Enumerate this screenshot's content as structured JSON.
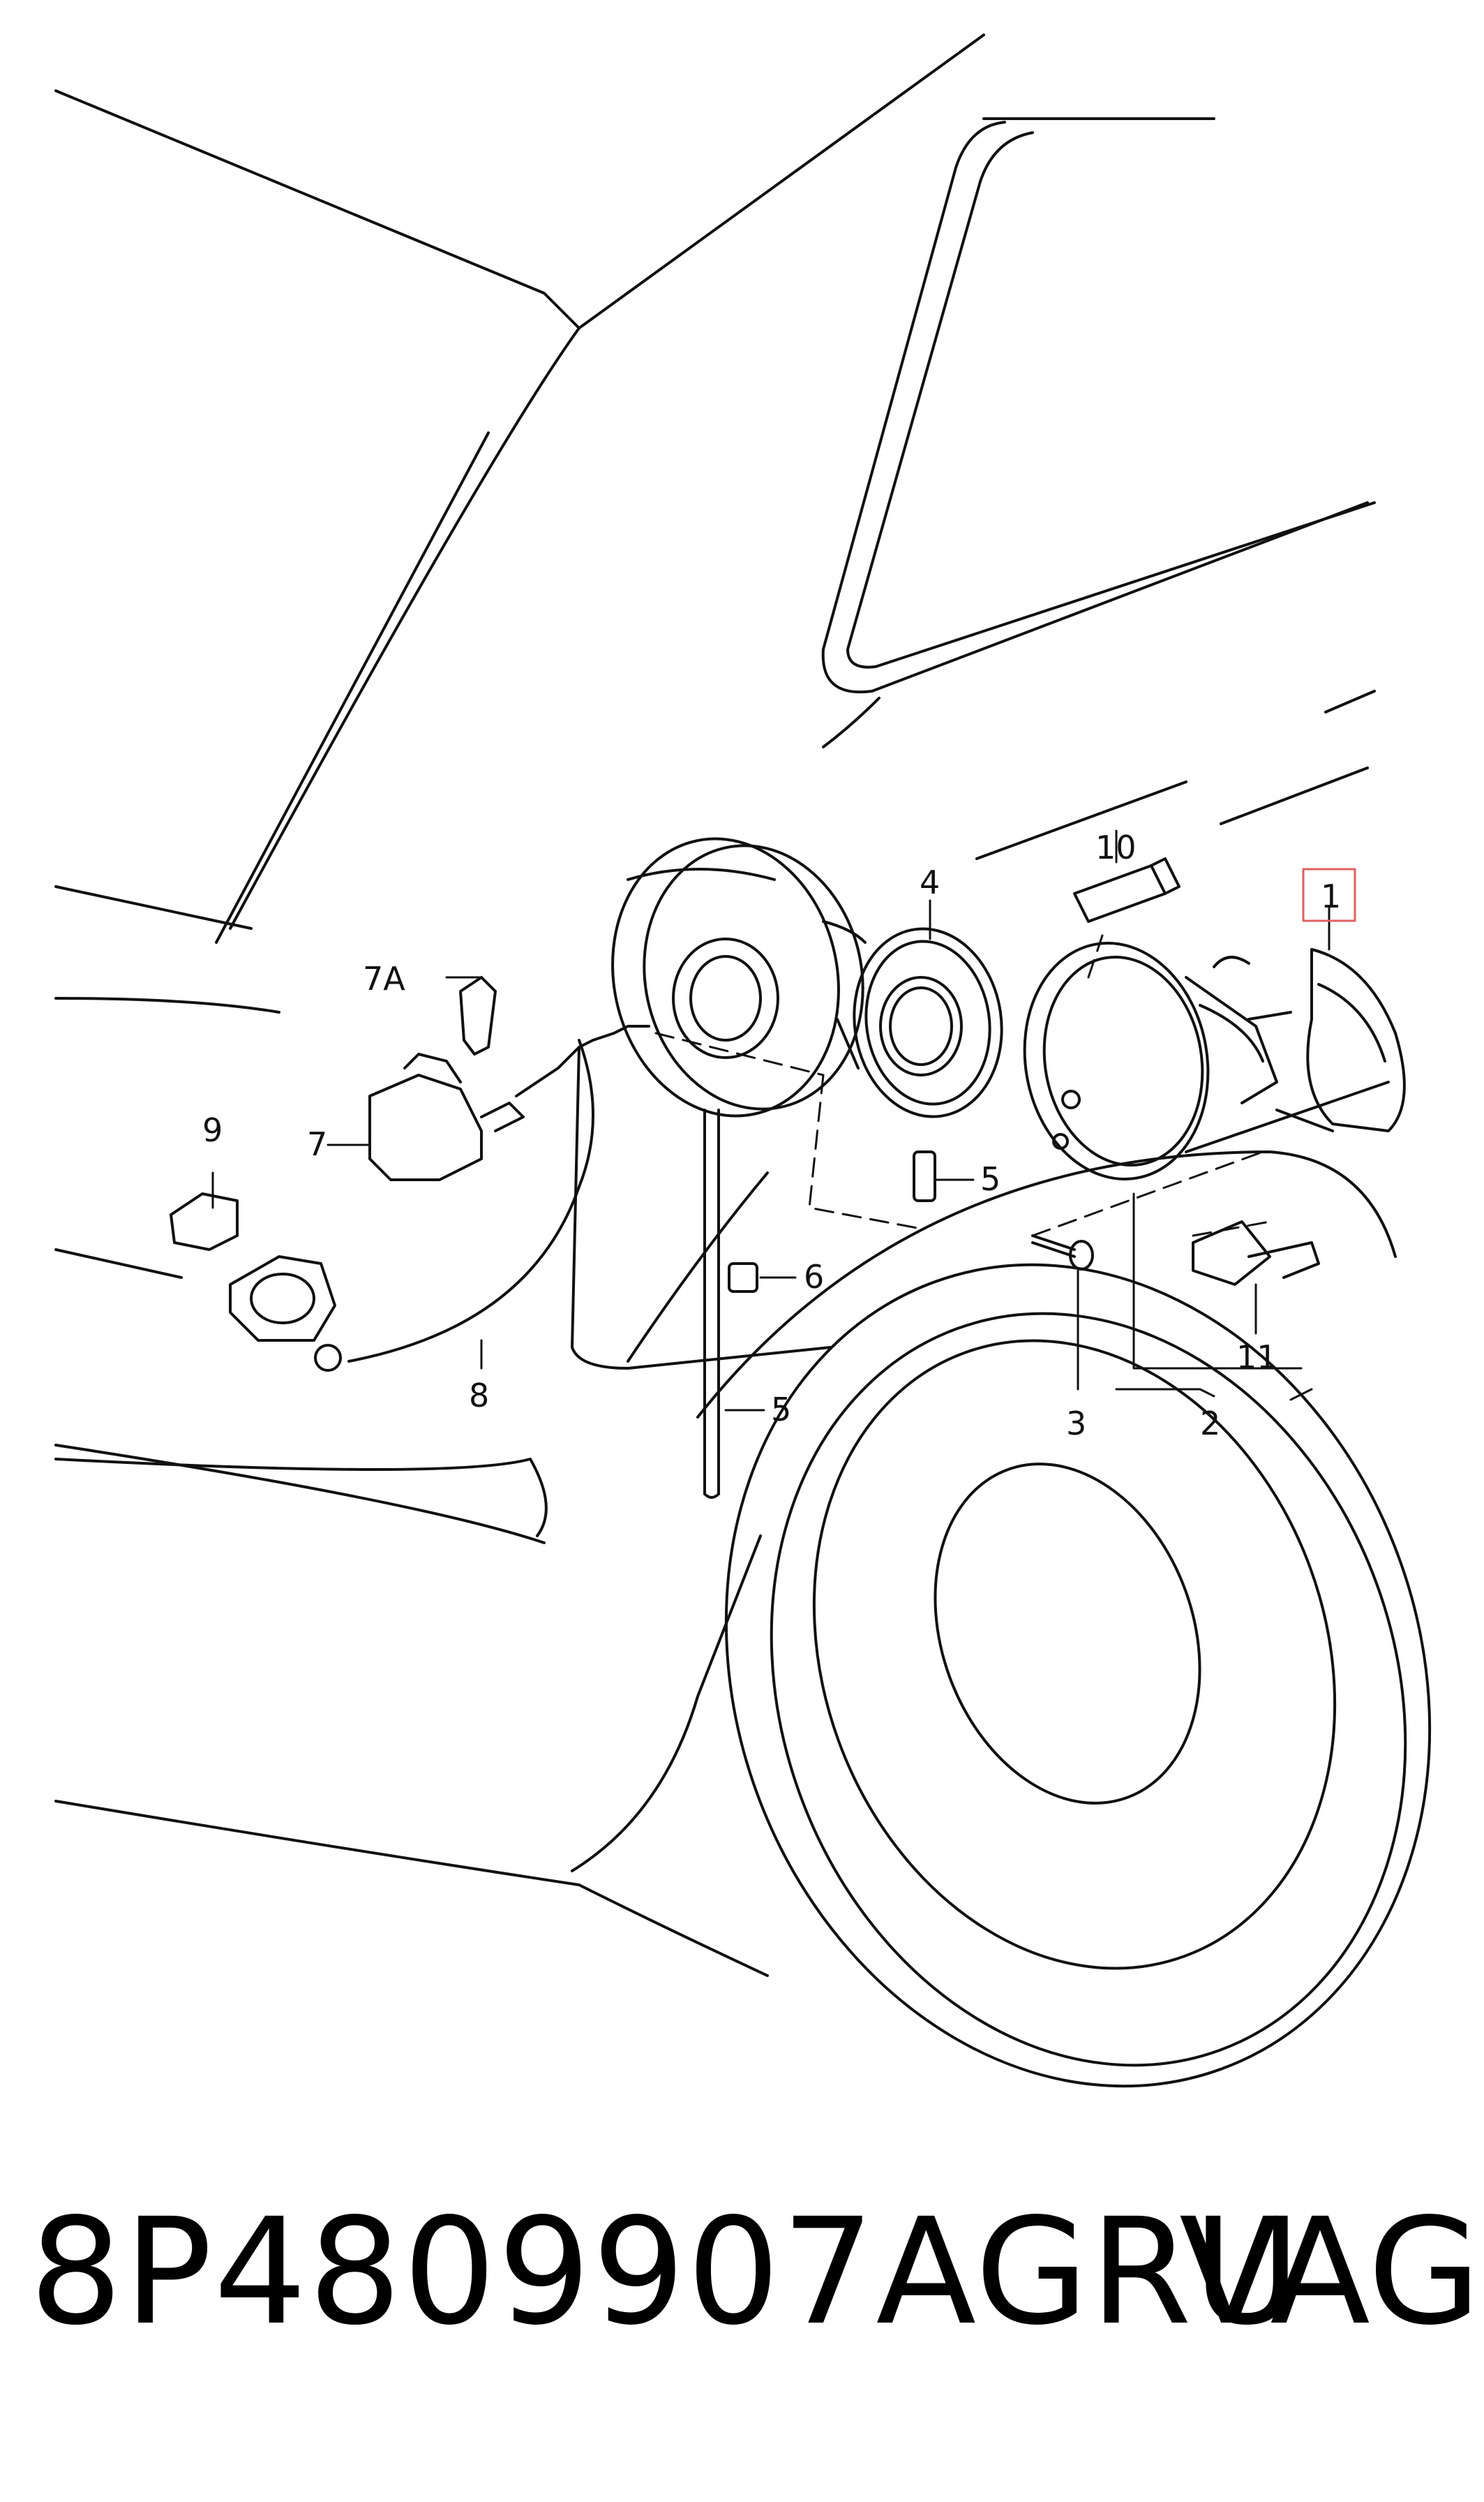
{
  "callouts": {
    "c1": "1",
    "c2": "2",
    "c3": "3",
    "c4": "4",
    "c5a": "5",
    "c5b": "5",
    "c6": "6",
    "c7": "7",
    "c7a": "7A",
    "c8": "8",
    "c9": "9",
    "c10": "10",
    "c11": "11"
  },
  "highlight_color": "#e06060",
  "footer": {
    "part_number": "8P4809907AGRU",
    "brand": "VAG"
  }
}
